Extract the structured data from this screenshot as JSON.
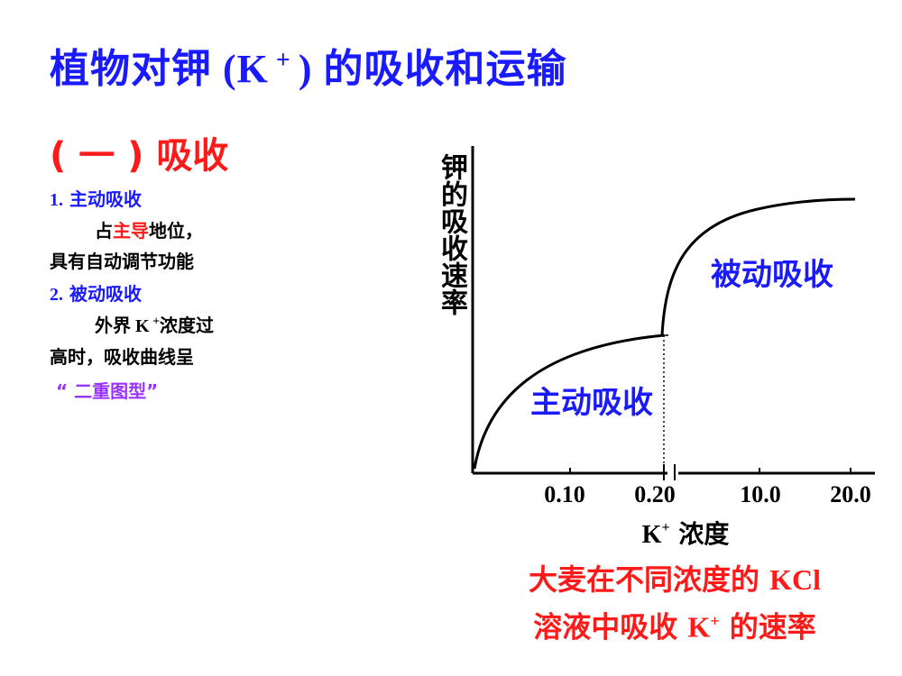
{
  "title": {
    "part1": "植物对钾",
    "part2": " (K",
    "sup": " + ",
    "part3": ") ",
    "part4": "的吸收和运输"
  },
  "section": "( 一 )  吸收",
  "notes": {
    "item1_num": "1.",
    "item1_label": "主动吸收",
    "item1_text_a": "占",
    "item1_text_b": "主导",
    "item1_text_c": "地位，",
    "item1_line2": "具有自动调节功能",
    "item2_num": "2.",
    "item2_label": "被动吸收",
    "item2_text_a": "外界 K",
    "item2_text_sup": " +",
    "item2_text_b": "浓度过",
    "item2_line2": "高时，吸收曲线呈",
    "item2_line3": "“ 二重图型”"
  },
  "chart_data": {
    "type": "line",
    "ylabel": "钾的吸收速率",
    "xlabel_main": "K",
    "xlabel_sup": "+",
    "xlabel_rest": " 浓度",
    "x_ticks": [
      "0.10",
      "0.20",
      "10.0",
      "20.0"
    ],
    "regions": [
      {
        "name": "主动吸收",
        "x_range": [
          0,
          0.2
        ],
        "shape": "saturating rise"
      },
      {
        "name": "被动吸收",
        "x_range": [
          0.2,
          20.0
        ],
        "shape": "second saturating rise"
      }
    ],
    "grid": false,
    "legend": "none"
  },
  "caption": {
    "line1_a": "大麦在不同浓度的 ",
    "line1_b": "KCl",
    "line2_a": "溶液中吸收 ",
    "line2_b": "K",
    "line2_sup": "+",
    "line2_c": " 的速率"
  },
  "colors": {
    "title": "#1a1aff",
    "section": "#ff1a1a",
    "emphasis": "#9933ff"
  }
}
